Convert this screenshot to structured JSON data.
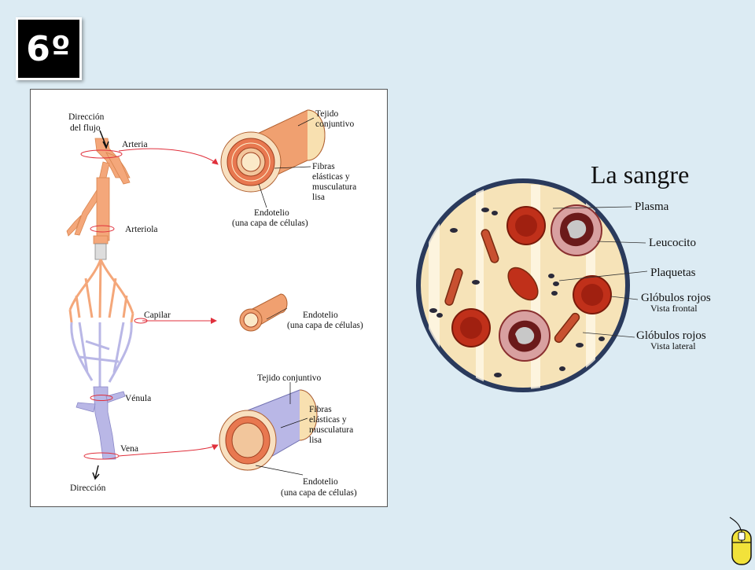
{
  "slide": {
    "badge": "6º"
  },
  "vessels": {
    "flow_top": [
      "Dirección",
      "del flujo"
    ],
    "flow_bottom": "Dirección",
    "arteria": "Arteria",
    "arteriola": "Arteriola",
    "capilar": "Capilar",
    "venula": "Vénula",
    "vena": "Vena",
    "artery_labels": {
      "tejido": [
        "Tejido",
        "conjuntivo"
      ],
      "fibras": [
        "Fibras",
        "elásticas y",
        "musculatura",
        "lisa"
      ],
      "endotelio": [
        "Endotelio",
        "(una capa de células)"
      ]
    },
    "capillary_labels": {
      "endotelio": [
        "Endotelio",
        "(una capa de células)"
      ]
    },
    "vein_labels": {
      "tejido": "Tejido conjuntivo",
      "fibras": [
        "Fibras",
        "elásticas y",
        "musculatura",
        "lisa"
      ],
      "endotelio": [
        "Endotelio",
        "(una capa de células)"
      ]
    }
  },
  "blood": {
    "title": "La sangre",
    "plasma": "Plasma",
    "leucocito": "Leucocito",
    "plaquetas": "Plaquetas",
    "globulos_frontal": [
      "Glóbulos rojos",
      "Vista frontal"
    ],
    "globulos_lateral": [
      "Glóbulos rojos",
      "Vista lateral"
    ]
  },
  "colors": {
    "artery": "#f4a77a",
    "vein": "#b9b7e6",
    "arrow": "#e0303c",
    "blood_border": "#2a3a5c",
    "plasma": "#f6e3b8",
    "red_cell": "#c0301a"
  },
  "icons": [
    "mouse-icon"
  ]
}
